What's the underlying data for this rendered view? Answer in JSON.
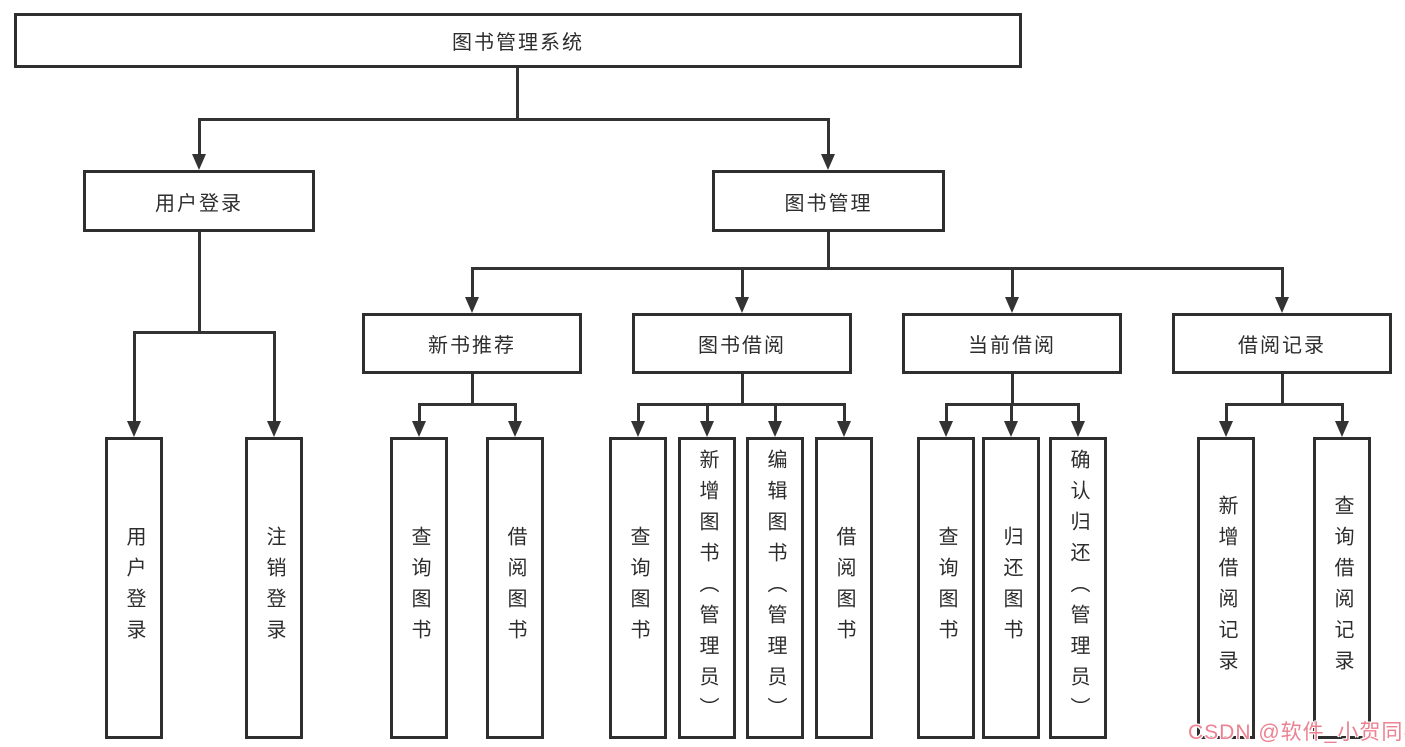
{
  "tree": {
    "label": "图书管理系统",
    "children": [
      {
        "label": "用户登录",
        "children": [
          {
            "label": "用户登录"
          },
          {
            "label": "注销登录"
          }
        ]
      },
      {
        "label": "图书管理",
        "children": [
          {
            "label": "新书推荐",
            "children": [
              {
                "label": "查询图书"
              },
              {
                "label": "借阅图书"
              }
            ]
          },
          {
            "label": "图书借阅",
            "children": [
              {
                "label": "查询图书"
              },
              {
                "label": "新增图书（管理员）"
              },
              {
                "label": "编辑图书（管理员）"
              },
              {
                "label": "借阅图书"
              }
            ]
          },
          {
            "label": "当前借阅",
            "children": [
              {
                "label": "查询图书"
              },
              {
                "label": "归还图书"
              },
              {
                "label": "确认归还（管理员）"
              }
            ]
          },
          {
            "label": "借阅记录",
            "children": [
              {
                "label": "新增借阅记录"
              },
              {
                "label": "查询借阅记录"
              }
            ]
          }
        ]
      }
    ]
  },
  "watermark": {
    "text": "CSDN @软件_小贺同学",
    "color": "#ec8291"
  },
  "colors": {
    "line": "#333333",
    "box_border": "#2e2e2e",
    "text": "#2d2d2d",
    "background": "#ffffff"
  }
}
